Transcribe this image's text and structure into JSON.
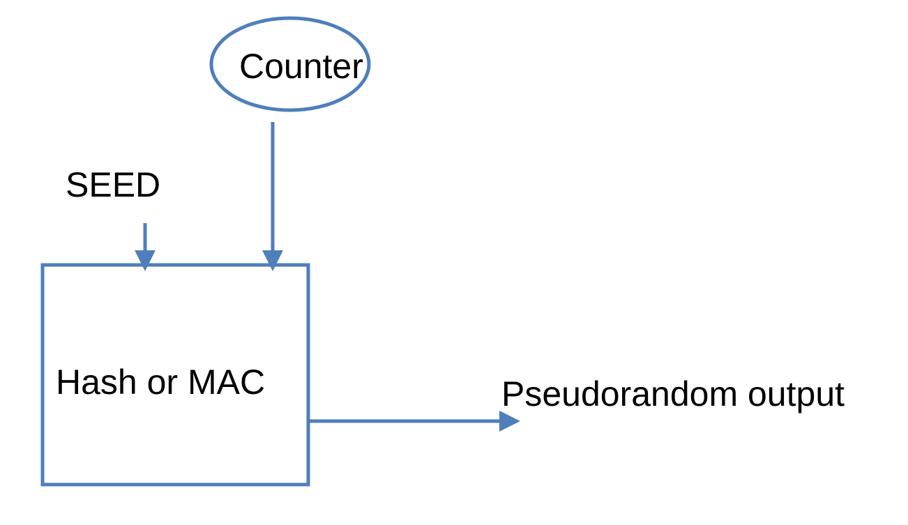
{
  "nodes": {
    "counter": {
      "label": "Counter",
      "shape": "ellipse"
    },
    "seed": {
      "label": "SEED"
    },
    "hash_mac": {
      "label": "Hash or MAC",
      "shape": "rectangle"
    },
    "output": {
      "label": "Pseudorandom output"
    }
  },
  "edges": [
    {
      "from": "counter",
      "to": "hash_mac"
    },
    {
      "from": "seed",
      "to": "hash_mac"
    },
    {
      "from": "hash_mac",
      "to": "output"
    }
  ],
  "colors": {
    "stroke": "#4f7ebb",
    "text": "#000000",
    "background": "#ffffff"
  }
}
